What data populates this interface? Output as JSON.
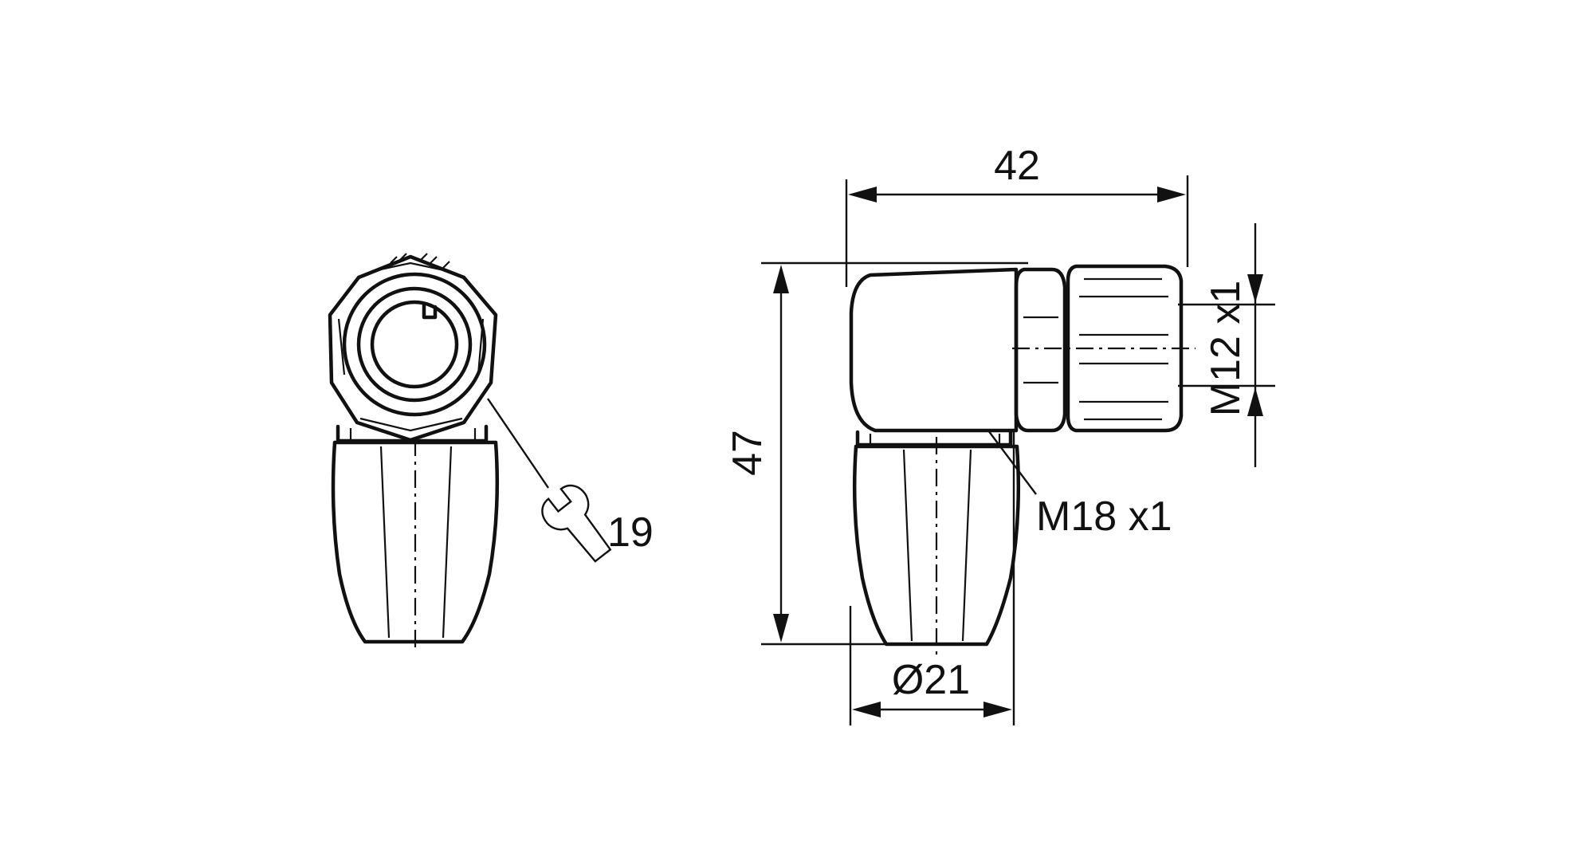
{
  "drawing": {
    "front_view": {
      "wrench_size": "19"
    },
    "side_view": {
      "width_label": "42",
      "height_label": "47",
      "diameter_label": "Ø21",
      "thread_small_label": "M12 x1",
      "thread_large_label": "M18 x1"
    }
  }
}
